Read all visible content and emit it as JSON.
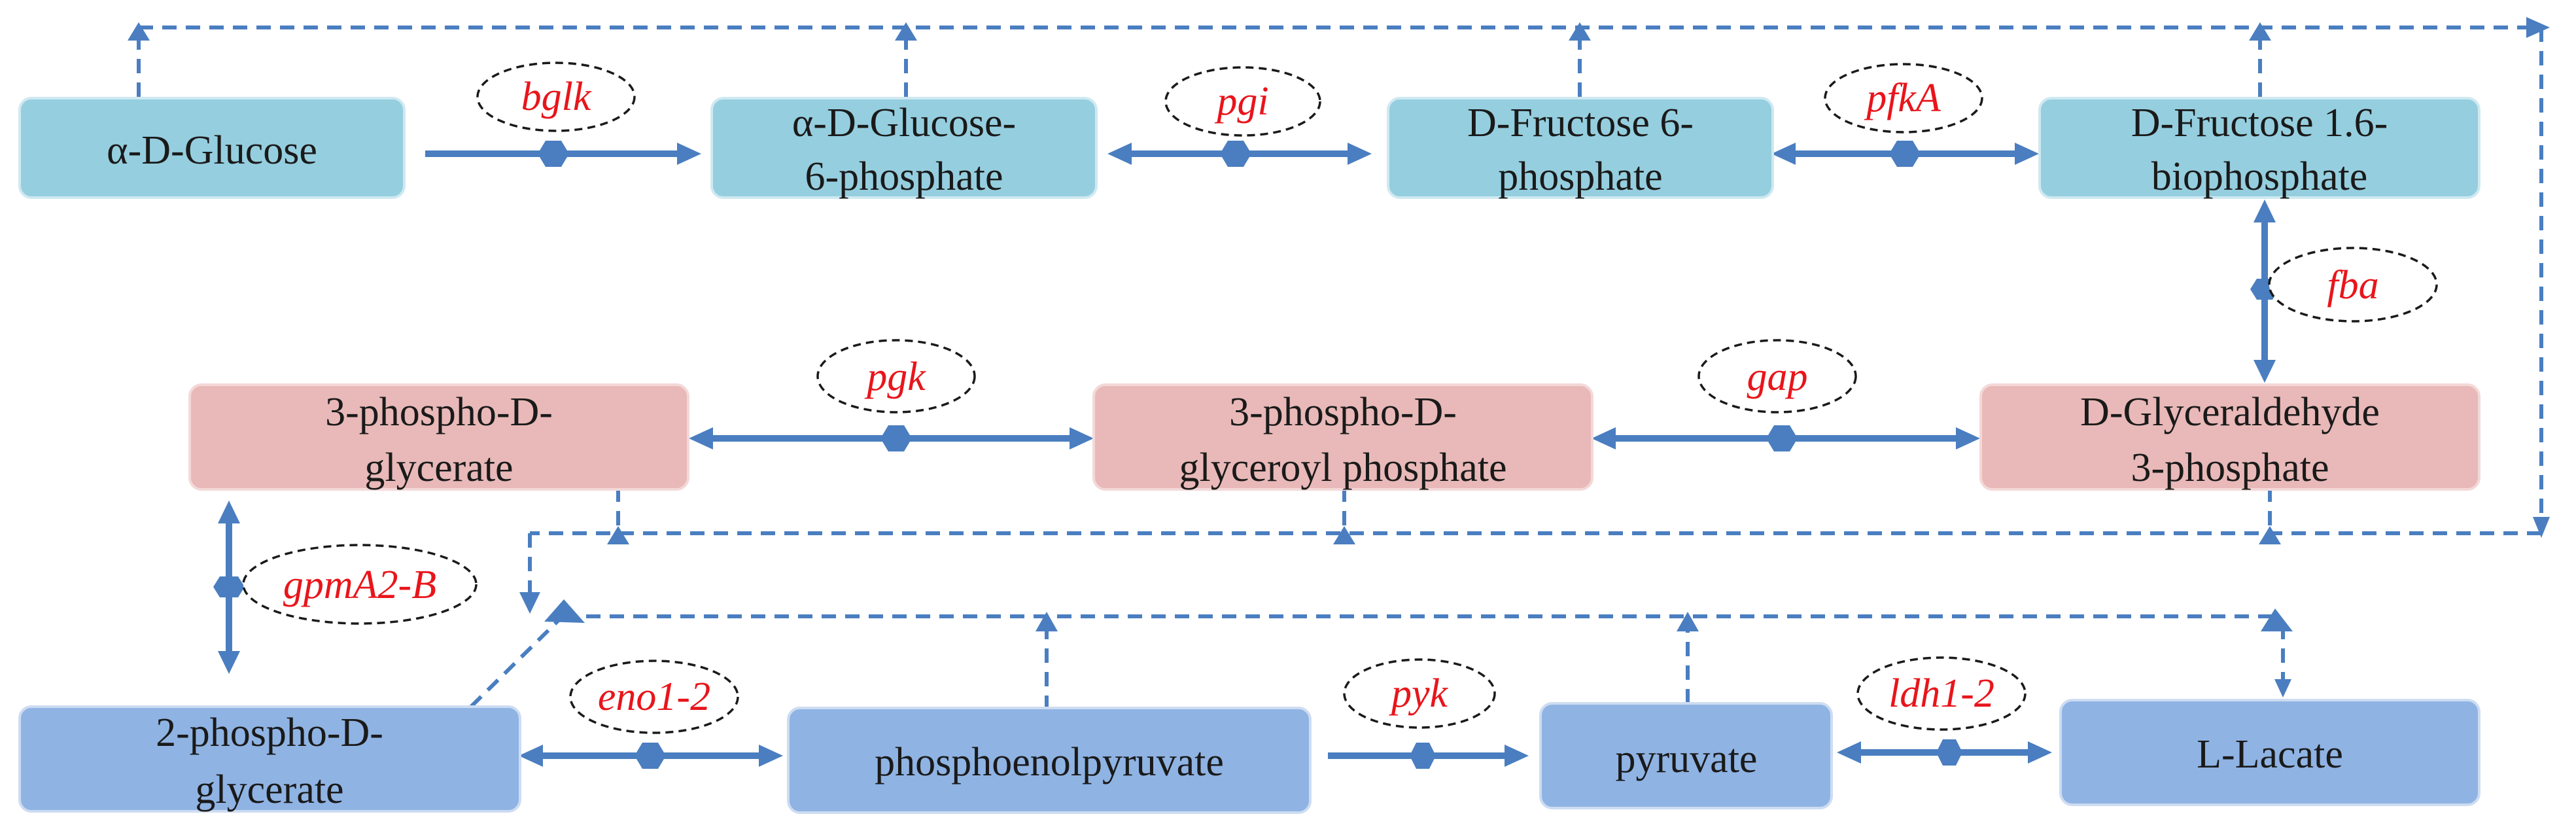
{
  "colors": {
    "row1": "#95cedf",
    "row2": "#e8b9b8",
    "row3": "#8fb3e3",
    "arrow": "#4a7ec0",
    "enzyme_text": "#e8151b"
  },
  "nodes": [
    {
      "id": "alpha-d-glucose",
      "lines": [
        "α-D-Glucose"
      ]
    },
    {
      "id": "alpha-d-glucose-6-phosphate",
      "lines": [
        "α-D-Glucose-",
        "6-phosphate"
      ]
    },
    {
      "id": "d-fructose-6-phosphate",
      "lines": [
        "D-Fructose 6-",
        "phosphate"
      ]
    },
    {
      "id": "d-fructose-1-6-biophosphate",
      "lines": [
        "D-Fructose 1.6-",
        "biophosphate"
      ]
    },
    {
      "id": "3-phospho-d-glycerate",
      "lines": [
        "3-phospho-D-",
        "glycerate"
      ]
    },
    {
      "id": "3-phospho-d-glyceroyl-phosphate",
      "lines": [
        "3-phospho-D-",
        "glyceroyl phosphate"
      ]
    },
    {
      "id": "d-glyceraldehyde-3-phosphate",
      "lines": [
        "D-Glyceraldehyde",
        "3-phosphate"
      ]
    },
    {
      "id": "2-phospho-d-glycerate",
      "lines": [
        "2-phospho-D-",
        "glycerate"
      ]
    },
    {
      "id": "phosphoenolpyruvate",
      "lines": [
        "phosphoenolpyruvate"
      ]
    },
    {
      "id": "pyruvate",
      "lines": [
        "pyruvate"
      ]
    },
    {
      "id": "l-lacate",
      "lines": [
        "L-Lacate"
      ]
    }
  ],
  "enzymes": [
    {
      "id": "bglk",
      "label": "bglk"
    },
    {
      "id": "pgi",
      "label": "pgi"
    },
    {
      "id": "pfka",
      "label": "pfkA"
    },
    {
      "id": "fba",
      "label": "fba"
    },
    {
      "id": "pgk",
      "label": "pgk"
    },
    {
      "id": "gap",
      "label": "gap"
    },
    {
      "id": "gpma2-b",
      "label": "gpmA2-B"
    },
    {
      "id": "eno1-2",
      "label": "eno1-2"
    },
    {
      "id": "pyk",
      "label": "pyk"
    },
    {
      "id": "ldh1-2",
      "label": "ldh1-2"
    }
  ]
}
